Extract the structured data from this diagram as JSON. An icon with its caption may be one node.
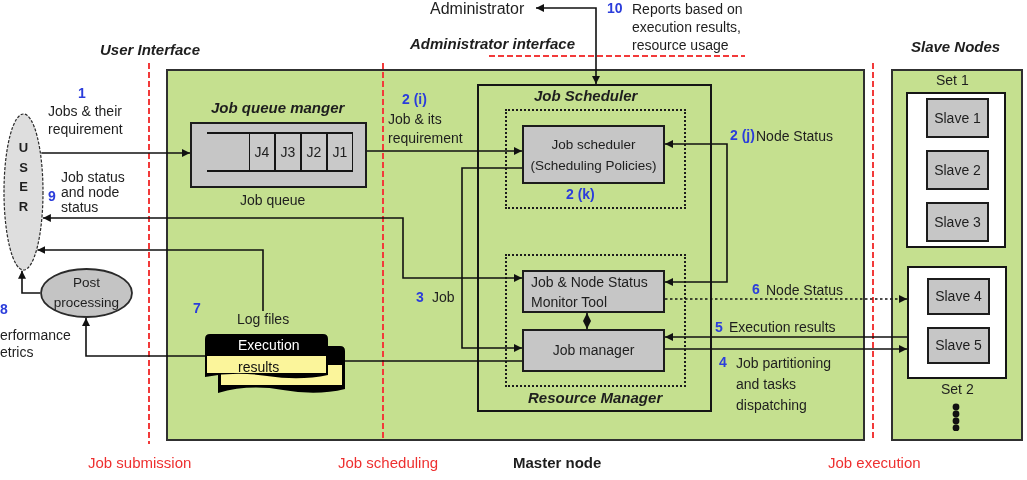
{
  "diagram": {
    "nodes": [
      {
        "text": [
          "Administrator"
        ]
      },
      {
        "text": [
          "U S E R"
        ]
      },
      {
        "text": [
          "Post processing"
        ]
      },
      {
        "text": [],
        "shape": "box",
        "beside": [
          "Master node"
        ]
      },
      {
        "text": [],
        "shape": "box",
        "in": 3,
        "beside": [
          "Job queue manger",
          "Job queue"
        ]
      },
      {
        "text": [
          "J4"
        ],
        "in": 4
      },
      {
        "text": [
          "J3"
        ],
        "in": 4
      },
      {
        "text": [
          "J2"
        ],
        "in": 4
      },
      {
        "text": [
          "J1"
        ],
        "in": 4
      },
      {
        "text": [
          "Job Scheduler",
          "Resource Manager"
        ],
        "in": 3
      },
      {
        "text": [],
        "shape": "box",
        "in": 9
      },
      {
        "text": [
          "Job scheduler (Scheduling Policies)"
        ],
        "in": 10,
        "beside": [
          "2 (k)"
        ]
      },
      {
        "text": [],
        "shape": "box",
        "in": 9
      },
      {
        "text": [
          "Job & Node Status Monitor Tool"
        ],
        "in": 12
      },
      {
        "text": [
          "Job manager"
        ],
        "in": 12
      },
      {
        "text": [
          "Log files"
        ],
        "in": 3
      },
      {
        "text": [
          "Execution results"
        ],
        "in": 3
      },
      {
        "text": [],
        "shape": "box",
        "beside": [
          "Slave Nodes"
        ]
      },
      {
        "text": [],
        "shape": "box",
        "in": 17,
        "beside": [
          "Set 1"
        ]
      },
      {
        "text": [
          "Slave 1"
        ],
        "in": 18
      },
      {
        "text": [
          "Slave 2"
        ],
        "in": 18
      },
      {
        "text": [
          "Slave 3"
        ],
        "in": 18
      },
      {
        "text": [],
        "shape": "box",
        "in": 17,
        "beside": [
          "Set 2"
        ]
      },
      {
        "text": [
          "Slave 4"
        ],
        "in": 22
      },
      {
        "text": [
          "Slave 5"
        ],
        "in": 22
      }
    ],
    "edges": [
      {
        "from": 1,
        "to": 4,
        "arrow": "to",
        "label": "Jobs & their requirement"
      },
      {
        "from": 4,
        "to": 11,
        "arrow": "to",
        "label": "Job & its requirement"
      },
      {
        "from": 13,
        "to": 11,
        "arrow": "both",
        "label": "Node Status"
      },
      {
        "from": 11,
        "to": 14,
        "arrow": "to",
        "label": "Job"
      },
      {
        "from": 14,
        "to": 22,
        "arrow": "to",
        "label": "Job partitioning and tasks dispatching"
      },
      {
        "from": 22,
        "to": 14,
        "arrow": "to",
        "label": "Execution results"
      },
      {
        "from": 13,
        "to": 22,
        "arrow": "to",
        "label": "Node Status",
        "style": "dashed"
      },
      {
        "from": 13,
        "to": 1,
        "arrow": "both",
        "label": "Job status and node status"
      },
      {
        "from": 13,
        "to": 14,
        "arrow": "both"
      },
      {
        "from": 16,
        "to": 14,
        "arrow": "none"
      },
      {
        "from": 16,
        "to": 2,
        "arrow": "to"
      },
      {
        "from": 2,
        "to": 1,
        "arrow": "to"
      },
      {
        "from": 15,
        "to": 1,
        "arrow": "to"
      },
      {
        "from": 9,
        "to": 0,
        "arrow": "both",
        "label": "Reports based on execution results, resource usage"
      }
    ],
    "labels": [
      "10",
      "Administrator interface",
      "User Interface",
      "2 (i)",
      "1",
      "2 (j)",
      "9",
      "3",
      "6",
      "7",
      "8",
      "erformance etrics",
      "5",
      "4",
      "Job submission",
      "Job scheduling",
      "Job execution"
    ]
  }
}
